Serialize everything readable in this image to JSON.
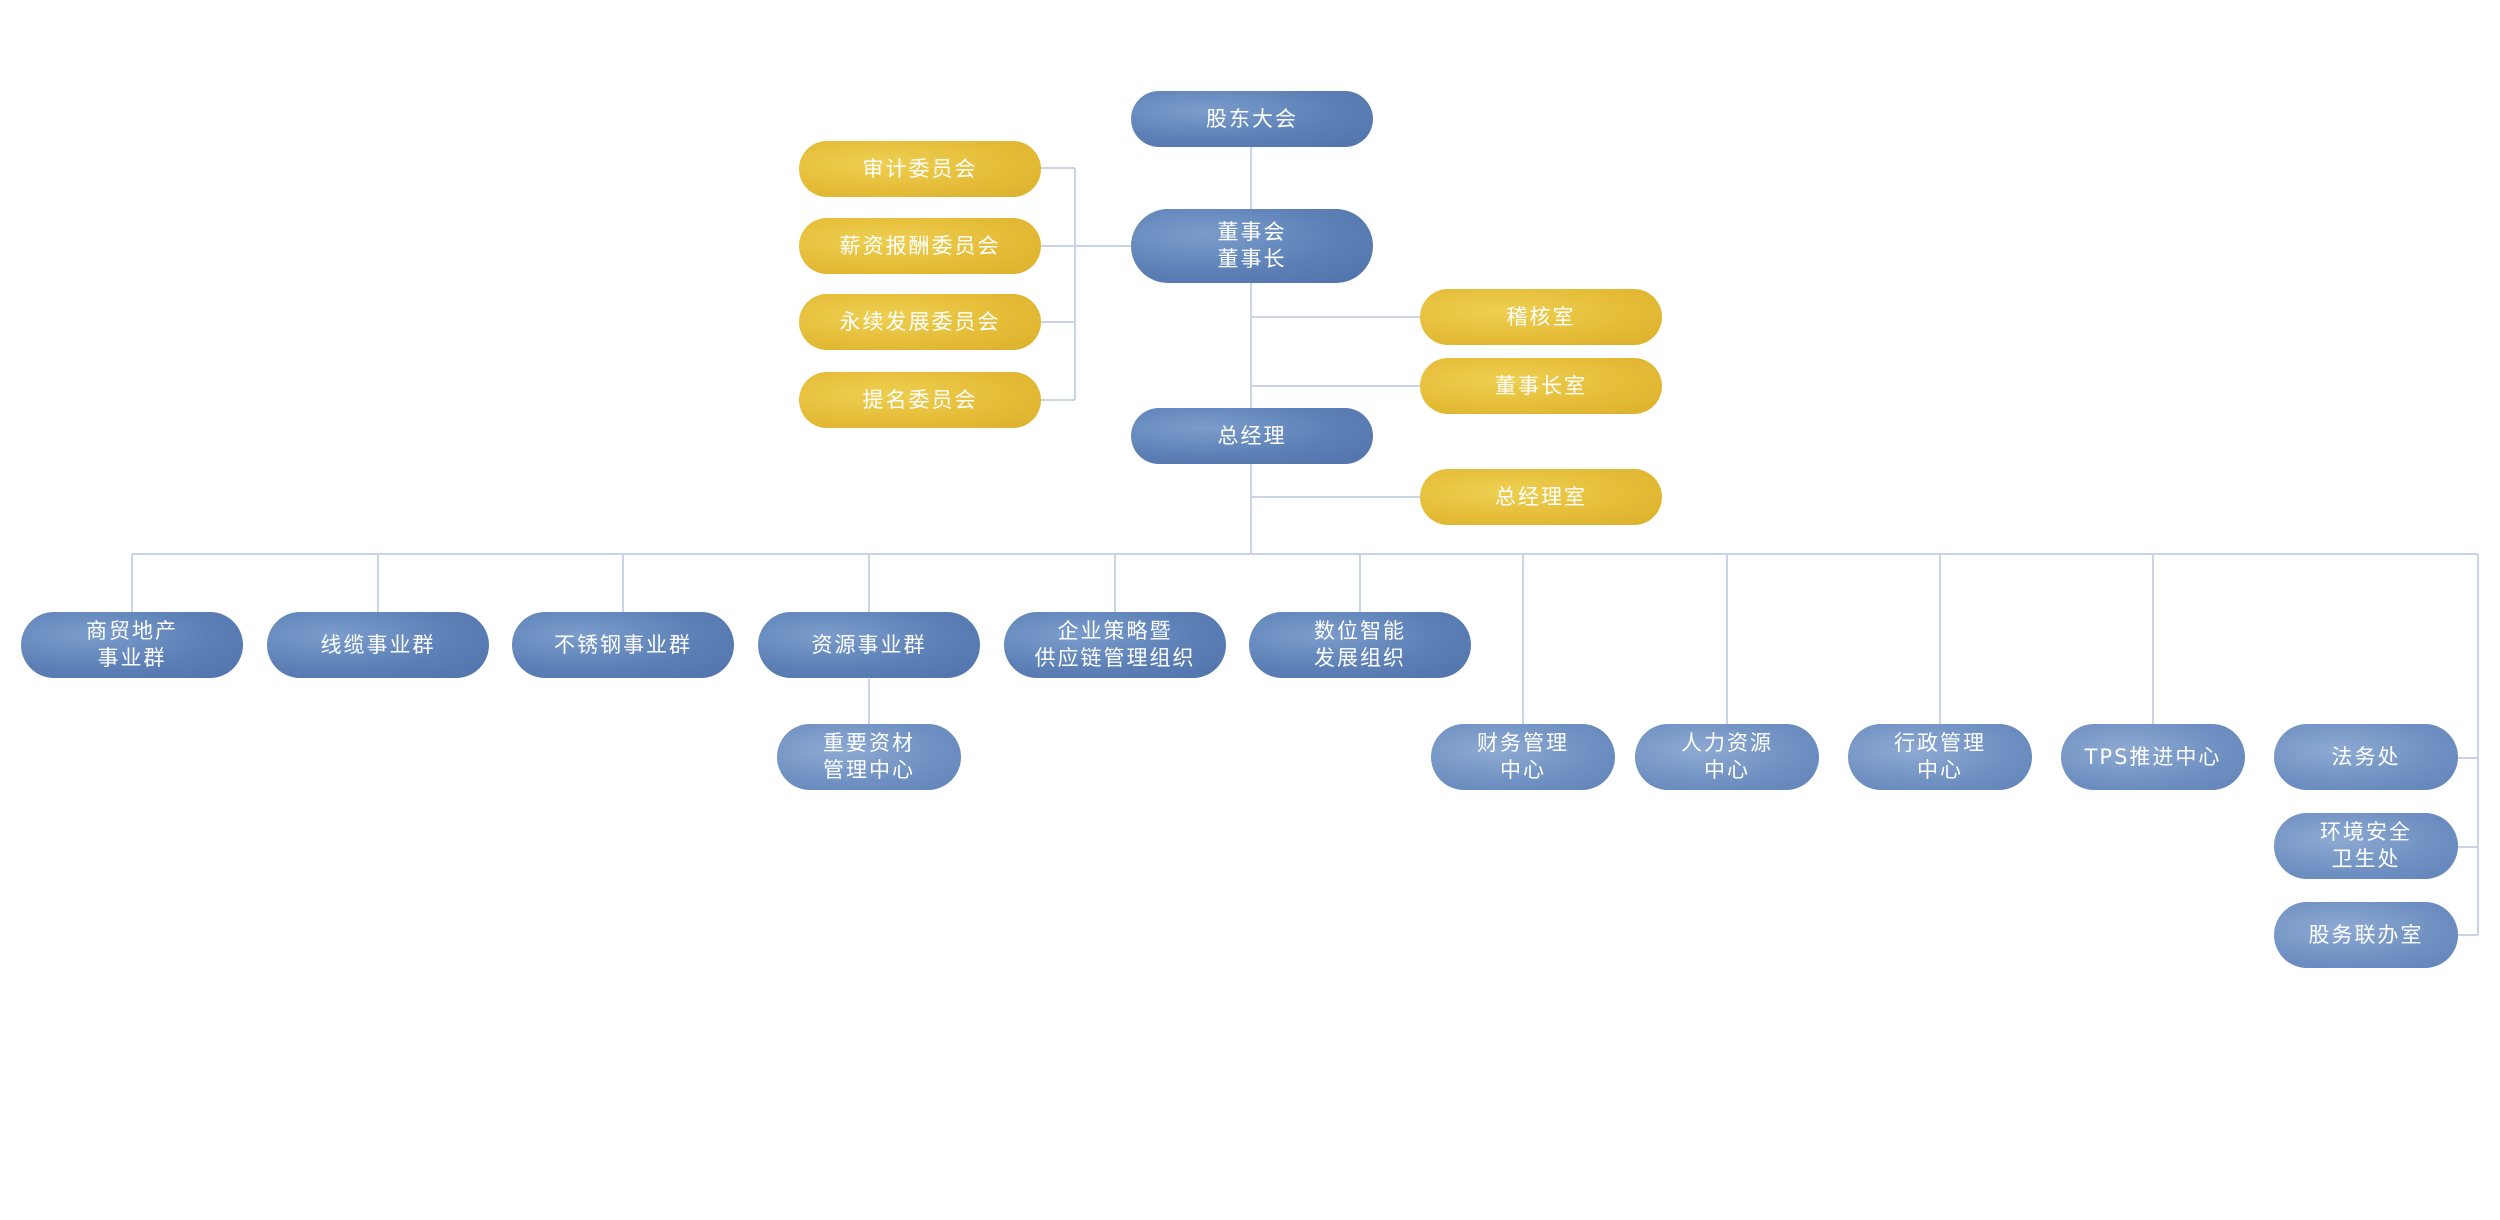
{
  "colors": {
    "blue_node": "#5c80b6",
    "soft_blue_node": "#6e8fc1",
    "gold_node": "#e4bb36",
    "connector": "#c9d5e4",
    "text": "#ffffff"
  },
  "top": {
    "shareholders": "股东大会",
    "board_line1": "董事会",
    "board_line2": "董事长",
    "general_manager": "总经理"
  },
  "committees": [
    "审计委员会",
    "薪资报酬委员会",
    "永续发展委员会",
    "提名委员会"
  ],
  "offices": {
    "audit": "稽核室",
    "chairman_office": "董事长室",
    "gm_office": "总经理室"
  },
  "divisions": [
    {
      "line1": "商贸地产",
      "line2": "事业群"
    },
    {
      "line1": "线缆事业群",
      "line2": ""
    },
    {
      "line1": "不锈钢事业群",
      "line2": ""
    },
    {
      "line1": "资源事业群",
      "line2": ""
    },
    {
      "line1": "企业策略暨",
      "line2": "供应链管理组织"
    },
    {
      "line1": "数位智能",
      "line2": "发展组织"
    }
  ],
  "sub_division": {
    "line1": "重要资材",
    "line2": "管理中心"
  },
  "centers": [
    {
      "line1": "财务管理",
      "line2": "中心"
    },
    {
      "line1": "人力资源",
      "line2": "中心"
    },
    {
      "line1": "行政管理",
      "line2": "中心"
    },
    {
      "line1": "TPS推进中心",
      "line2": ""
    }
  ],
  "legal_group": [
    {
      "line1": "法务处",
      "line2": ""
    },
    {
      "line1": "环境安全",
      "line2": "卫生处"
    },
    {
      "line1": "股务联办室",
      "line2": ""
    }
  ]
}
